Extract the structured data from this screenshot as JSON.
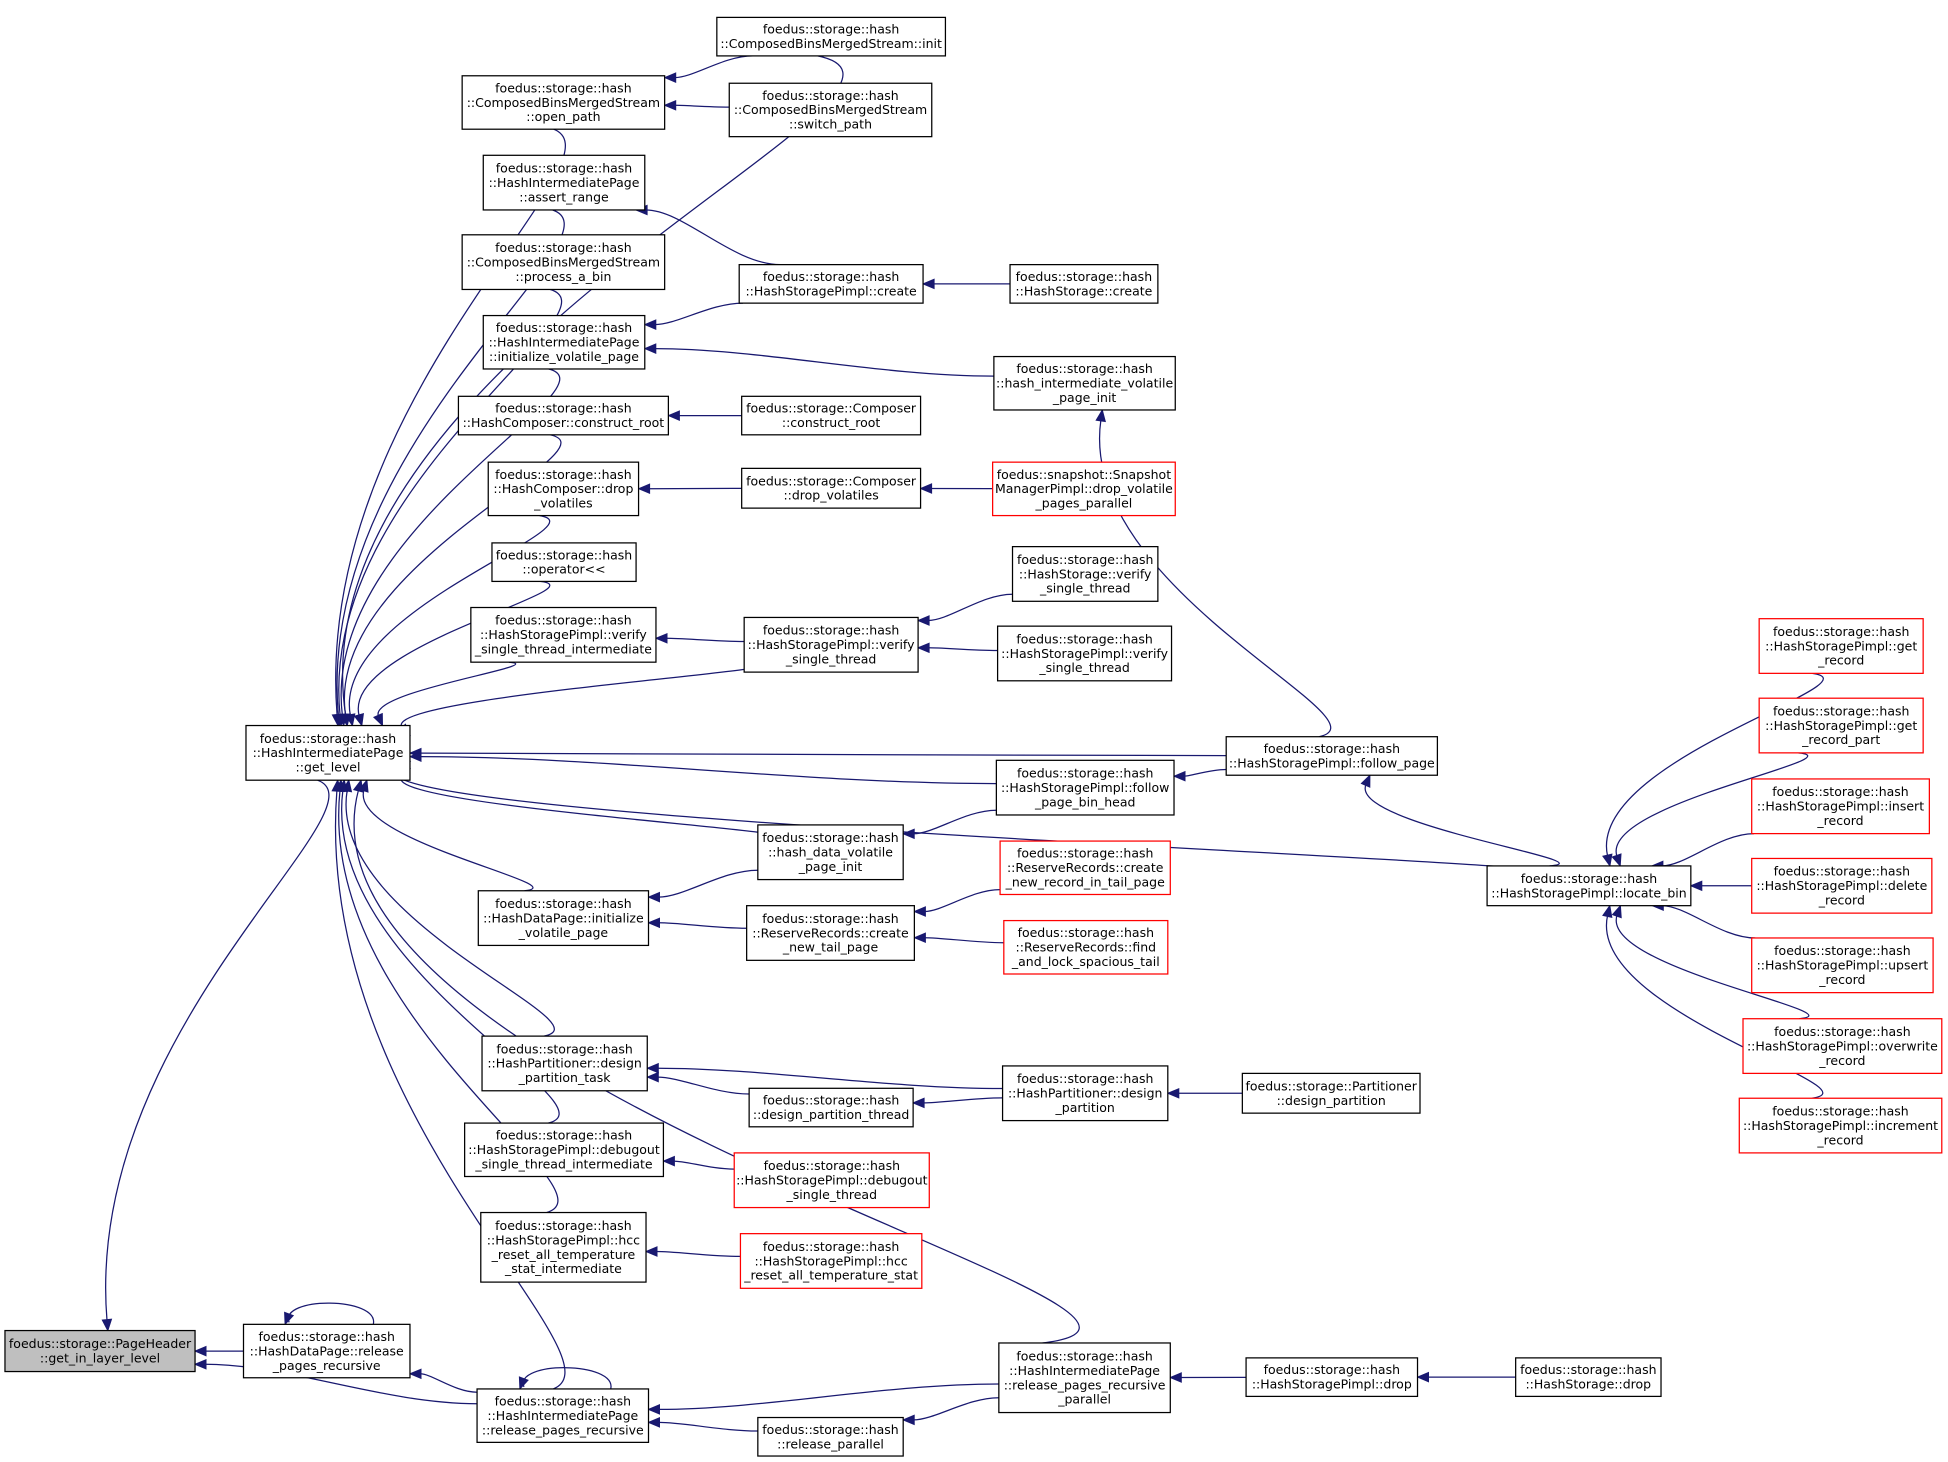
{
  "colors": {
    "edge": "#191970",
    "node_border": "#000000",
    "node_border_truncated": "#ff0000",
    "node_current_fill": "#bfbfbf",
    "background": "#ffffff"
  },
  "nodes": [
    {
      "id": "n_get_in_layer_level",
      "style": "current",
      "lines": [
        "foedus::storage::PageHeader",
        "::get_in_layer_level"
      ]
    },
    {
      "id": "n_get_level",
      "style": "normal",
      "lines": [
        "foedus::storage::hash",
        "::HashIntermediatePage",
        "::get_level"
      ]
    },
    {
      "id": "n_dp_release_rec",
      "style": "normal",
      "lines": [
        "foedus::storage::hash",
        "::HashDataPage::release",
        "_pages_recursive"
      ]
    },
    {
      "id": "n_ip_release_rec",
      "style": "normal",
      "lines": [
        "foedus::storage::hash",
        "::HashIntermediatePage",
        "::release_pages_recursive"
      ]
    },
    {
      "id": "n_cbms_open_path",
      "style": "normal",
      "lines": [
        "foedus::storage::hash",
        "::ComposedBinsMergedStream",
        "::open_path"
      ]
    },
    {
      "id": "n_cbms_init",
      "style": "normal",
      "lines": [
        "foedus::storage::hash",
        "::ComposedBinsMergedStream::init"
      ]
    },
    {
      "id": "n_cbms_switch_path",
      "style": "normal",
      "lines": [
        "foedus::storage::hash",
        "::ComposedBinsMergedStream",
        "::switch_path"
      ]
    },
    {
      "id": "n_ip_assert_range",
      "style": "normal",
      "lines": [
        "foedus::storage::hash",
        "::HashIntermediatePage",
        "::assert_range"
      ]
    },
    {
      "id": "n_cbms_process_bin",
      "style": "normal",
      "lines": [
        "foedus::storage::hash",
        "::ComposedBinsMergedStream",
        "::process_a_bin"
      ]
    },
    {
      "id": "n_ip_init_volatile",
      "style": "normal",
      "lines": [
        "foedus::storage::hash",
        "::HashIntermediatePage",
        "::initialize_volatile_page"
      ]
    },
    {
      "id": "n_hc_construct_root",
      "style": "normal",
      "lines": [
        "foedus::storage::hash",
        "::HashComposer::construct_root"
      ]
    },
    {
      "id": "n_hc_drop_volatiles",
      "style": "normal",
      "lines": [
        "foedus::storage::hash",
        "::HashComposer::drop",
        "_volatiles"
      ]
    },
    {
      "id": "n_operator_ll",
      "style": "normal",
      "lines": [
        "foedus::storage::hash",
        "::operator<<"
      ]
    },
    {
      "id": "n_hsp_verify_sti",
      "style": "normal",
      "lines": [
        "foedus::storage::hash",
        "::HashStoragePimpl::verify",
        "_single_thread_intermediate"
      ]
    },
    {
      "id": "n_dp_init_volatile",
      "style": "normal",
      "lines": [
        "foedus::storage::hash",
        "::HashDataPage::initialize",
        "_volatile_page"
      ]
    },
    {
      "id": "n_hp_design_task",
      "style": "normal",
      "lines": [
        "foedus::storage::hash",
        "::HashPartitioner::design",
        "_partition_task"
      ]
    },
    {
      "id": "n_hsp_debugout_sti",
      "style": "normal",
      "lines": [
        "foedus::storage::hash",
        "::HashStoragePimpl::debugout",
        "_single_thread_intermediate"
      ]
    },
    {
      "id": "n_hsp_hcc_reset_i",
      "style": "normal",
      "lines": [
        "foedus::storage::hash",
        "::HashStoragePimpl::hcc",
        "_reset_all_temperature",
        "_stat_intermediate"
      ]
    },
    {
      "id": "n_hsp_create",
      "style": "normal",
      "lines": [
        "foedus::storage::hash",
        "::HashStoragePimpl::create"
      ]
    },
    {
      "id": "n_comp_construct_root",
      "style": "normal",
      "lines": [
        "foedus::storage::Composer",
        "::construct_root"
      ]
    },
    {
      "id": "n_comp_drop_volatiles",
      "style": "normal",
      "lines": [
        "foedus::storage::Composer",
        "::drop_volatiles"
      ]
    },
    {
      "id": "n_hsp_verify_st",
      "style": "normal",
      "lines": [
        "foedus::storage::hash",
        "::HashStoragePimpl::verify",
        "_single_thread"
      ]
    },
    {
      "id": "n_hash_data_vol_init",
      "style": "normal",
      "lines": [
        "foedus::storage::hash",
        "::hash_data_volatile",
        "_page_init"
      ]
    },
    {
      "id": "n_rr_create_new_tail",
      "style": "normal",
      "lines": [
        "foedus::storage::hash",
        "::ReserveRecords::create",
        "_new_tail_page"
      ]
    },
    {
      "id": "n_design_part_thread",
      "style": "normal",
      "lines": [
        "foedus::storage::hash",
        "::design_partition_thread"
      ]
    },
    {
      "id": "n_hsp_debugout_st",
      "style": "truncated",
      "lines": [
        "foedus::storage::hash",
        "::HashStoragePimpl::debugout",
        "_single_thread"
      ]
    },
    {
      "id": "n_hsp_hcc_reset",
      "style": "truncated",
      "lines": [
        "foedus::storage::hash",
        "::HashStoragePimpl::hcc",
        "_reset_all_temperature_stat"
      ]
    },
    {
      "id": "n_release_parallel",
      "style": "normal",
      "lines": [
        "foedus::storage::hash",
        "::release_parallel"
      ]
    },
    {
      "id": "n_hs_create",
      "style": "normal",
      "lines": [
        "foedus::storage::hash",
        "::HashStorage::create"
      ]
    },
    {
      "id": "n_hash_ip_vol_init",
      "style": "normal",
      "lines": [
        "foedus::storage::hash",
        "::hash_intermediate_volatile",
        "_page_init"
      ]
    },
    {
      "id": "n_smp_drop_volatile",
      "style": "truncated",
      "lines": [
        "foedus::snapshot::Snapshot",
        "ManagerPimpl::drop_volatile",
        "_pages_parallel"
      ]
    },
    {
      "id": "n_hs_verify_st",
      "style": "normal",
      "lines": [
        "foedus::storage::hash",
        "::HashStorage::verify",
        "_single_thread"
      ]
    },
    {
      "id": "n_hsp_verify_st2",
      "style": "normal",
      "lines": [
        "foedus::storage::hash",
        "::HashStoragePimpl::verify",
        "_single_thread"
      ]
    },
    {
      "id": "n_hsp_follow_bin_head",
      "style": "normal",
      "lines": [
        "foedus::storage::hash",
        "::HashStoragePimpl::follow",
        "_page_bin_head"
      ]
    },
    {
      "id": "n_rr_create_new_rec",
      "style": "truncated",
      "lines": [
        "foedus::storage::hash",
        "::ReserveRecords::create",
        "_new_record_in_tail_page"
      ]
    },
    {
      "id": "n_rr_find_lock",
      "style": "truncated",
      "lines": [
        "foedus::storage::hash",
        "::ReserveRecords::find",
        "_and_lock_spacious_tail"
      ]
    },
    {
      "id": "n_hp_design_partition",
      "style": "normal",
      "lines": [
        "foedus::storage::hash",
        "::HashPartitioner::design",
        "_partition"
      ]
    },
    {
      "id": "n_ip_release_rec_par",
      "style": "normal",
      "lines": [
        "foedus::storage::hash",
        "::HashIntermediatePage",
        "::release_pages_recursive",
        "_parallel"
      ]
    },
    {
      "id": "n_hsp_follow_page",
      "style": "normal",
      "lines": [
        "foedus::storage::hash",
        "::HashStoragePimpl::follow_page"
      ]
    },
    {
      "id": "n_part_design_partition",
      "style": "normal",
      "lines": [
        "foedus::storage::Partitioner",
        "::design_partition"
      ]
    },
    {
      "id": "n_hsp_drop",
      "style": "normal",
      "lines": [
        "foedus::storage::hash",
        "::HashStoragePimpl::drop"
      ]
    },
    {
      "id": "n_hsp_locate_bin",
      "style": "normal",
      "lines": [
        "foedus::storage::hash",
        "::HashStoragePimpl::locate_bin"
      ]
    },
    {
      "id": "n_hs_drop",
      "style": "normal",
      "lines": [
        "foedus::storage::hash",
        "::HashStorage::drop"
      ]
    },
    {
      "id": "n_hsp_get_record",
      "style": "truncated",
      "lines": [
        "foedus::storage::hash",
        "::HashStoragePimpl::get",
        "_record"
      ]
    },
    {
      "id": "n_hsp_get_record_part",
      "style": "truncated",
      "lines": [
        "foedus::storage::hash",
        "::HashStoragePimpl::get",
        "_record_part"
      ]
    },
    {
      "id": "n_hsp_insert_record",
      "style": "truncated",
      "lines": [
        "foedus::storage::hash",
        "::HashStoragePimpl::insert",
        "_record"
      ]
    },
    {
      "id": "n_hsp_delete_record",
      "style": "truncated",
      "lines": [
        "foedus::storage::hash",
        "::HashStoragePimpl::delete",
        "_record"
      ]
    },
    {
      "id": "n_hsp_upsert_record",
      "style": "truncated",
      "lines": [
        "foedus::storage::hash",
        "::HashStoragePimpl::upsert",
        "_record"
      ]
    },
    {
      "id": "n_hsp_overwrite_record",
      "style": "truncated",
      "lines": [
        "foedus::storage::hash",
        "::HashStoragePimpl::overwrite",
        "_record"
      ]
    },
    {
      "id": "n_hsp_increment_record",
      "style": "truncated",
      "lines": [
        "foedus::storage::hash",
        "::HashStoragePimpl::increment",
        "_record"
      ]
    }
  ],
  "edges": [
    {
      "from": "n_get_level",
      "to": "n_get_in_layer_level"
    },
    {
      "from": "n_dp_release_rec",
      "to": "n_get_in_layer_level"
    },
    {
      "from": "n_ip_release_rec",
      "to": "n_get_in_layer_level"
    },
    {
      "from": "n_dp_release_rec",
      "to": "n_dp_release_rec"
    },
    {
      "from": "n_ip_release_rec",
      "to": "n_ip_release_rec"
    },
    {
      "from": "n_ip_release_rec",
      "to": "n_dp_release_rec"
    },
    {
      "from": "n_cbms_init",
      "to": "n_get_level"
    },
    {
      "from": "n_cbms_open_path",
      "to": "n_get_level"
    },
    {
      "from": "n_ip_assert_range",
      "to": "n_get_level"
    },
    {
      "from": "n_cbms_process_bin",
      "to": "n_get_level"
    },
    {
      "from": "n_ip_init_volatile",
      "to": "n_get_level"
    },
    {
      "from": "n_hc_construct_root",
      "to": "n_get_level"
    },
    {
      "from": "n_hc_drop_volatiles",
      "to": "n_get_level"
    },
    {
      "from": "n_operator_ll",
      "to": "n_get_level"
    },
    {
      "from": "n_hsp_verify_sti",
      "to": "n_get_level"
    },
    {
      "from": "n_hsp_verify_st",
      "to": "n_get_level"
    },
    {
      "from": "n_hsp_follow_page",
      "to": "n_get_level"
    },
    {
      "from": "n_hsp_follow_bin_head",
      "to": "n_get_level"
    },
    {
      "from": "n_hash_data_vol_init",
      "to": "n_get_level"
    },
    {
      "from": "n_dp_init_volatile",
      "to": "n_get_level"
    },
    {
      "from": "n_hsp_locate_bin",
      "to": "n_get_level"
    },
    {
      "from": "n_hp_design_task",
      "to": "n_get_level"
    },
    {
      "from": "n_hsp_debugout_sti",
      "to": "n_get_level"
    },
    {
      "from": "n_hsp_hcc_reset_i",
      "to": "n_get_level"
    },
    {
      "from": "n_ip_release_rec_par",
      "to": "n_get_level"
    },
    {
      "from": "n_ip_release_rec",
      "to": "n_get_level"
    },
    {
      "from": "n_cbms_init",
      "to": "n_cbms_open_path"
    },
    {
      "from": "n_cbms_switch_path",
      "to": "n_cbms_open_path"
    },
    {
      "from": "n_hsp_create",
      "to": "n_ip_assert_range"
    },
    {
      "from": "n_hsp_create",
      "to": "n_ip_init_volatile"
    },
    {
      "from": "n_hash_ip_vol_init",
      "to": "n_ip_init_volatile"
    },
    {
      "from": "n_hs_create",
      "to": "n_hsp_create"
    },
    {
      "from": "n_hsp_follow_page",
      "to": "n_hash_ip_vol_init"
    },
    {
      "from": "n_comp_construct_root",
      "to": "n_hc_construct_root"
    },
    {
      "from": "n_comp_drop_volatiles",
      "to": "n_hc_drop_volatiles"
    },
    {
      "from": "n_smp_drop_volatile",
      "to": "n_comp_drop_volatiles"
    },
    {
      "from": "n_hsp_verify_st",
      "to": "n_hsp_verify_sti"
    },
    {
      "from": "n_hs_verify_st",
      "to": "n_hsp_verify_st"
    },
    {
      "from": "n_hsp_verify_st2",
      "to": "n_hsp_verify_st"
    },
    {
      "from": "n_hsp_follow_page",
      "to": "n_hsp_follow_bin_head"
    },
    {
      "from": "n_hsp_follow_bin_head",
      "to": "n_hash_data_vol_init"
    },
    {
      "from": "n_hash_data_vol_init",
      "to": "n_dp_init_volatile"
    },
    {
      "from": "n_rr_create_new_tail",
      "to": "n_dp_init_volatile"
    },
    {
      "from": "n_rr_create_new_rec",
      "to": "n_rr_create_new_tail"
    },
    {
      "from": "n_rr_find_lock",
      "to": "n_rr_create_new_tail"
    },
    {
      "from": "n_hsp_locate_bin",
      "to": "n_hsp_follow_page"
    },
    {
      "from": "n_hsp_get_record",
      "to": "n_hsp_locate_bin"
    },
    {
      "from": "n_hsp_get_record_part",
      "to": "n_hsp_locate_bin"
    },
    {
      "from": "n_hsp_insert_record",
      "to": "n_hsp_locate_bin"
    },
    {
      "from": "n_hsp_delete_record",
      "to": "n_hsp_locate_bin"
    },
    {
      "from": "n_hsp_upsert_record",
      "to": "n_hsp_locate_bin"
    },
    {
      "from": "n_hsp_overwrite_record",
      "to": "n_hsp_locate_bin"
    },
    {
      "from": "n_hsp_increment_record",
      "to": "n_hsp_locate_bin"
    },
    {
      "from": "n_hp_design_partition",
      "to": "n_hp_design_task"
    },
    {
      "from": "n_design_part_thread",
      "to": "n_hp_design_task"
    },
    {
      "from": "n_hp_design_partition",
      "to": "n_design_part_thread"
    },
    {
      "from": "n_part_design_partition",
      "to": "n_hp_design_partition"
    },
    {
      "from": "n_hsp_debugout_st",
      "to": "n_hsp_debugout_sti"
    },
    {
      "from": "n_hsp_hcc_reset",
      "to": "n_hsp_hcc_reset_i"
    },
    {
      "from": "n_ip_release_rec_par",
      "to": "n_ip_release_rec"
    },
    {
      "from": "n_release_parallel",
      "to": "n_ip_release_rec"
    },
    {
      "from": "n_ip_release_rec_par",
      "to": "n_release_parallel"
    },
    {
      "from": "n_hsp_drop",
      "to": "n_ip_release_rec_par"
    },
    {
      "from": "n_hs_drop",
      "to": "n_hsp_drop"
    }
  ]
}
